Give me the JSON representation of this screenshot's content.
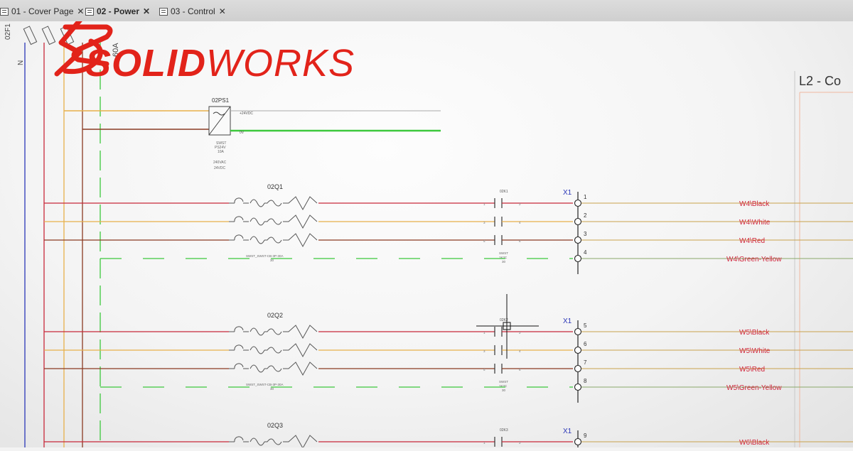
{
  "tabs": [
    {
      "label": "01 - Cover Page",
      "active": false
    },
    {
      "label": "02 - Power",
      "active": true
    },
    {
      "label": "03 - Control",
      "active": false
    }
  ],
  "tab_close_glyph": "✕",
  "brand": {
    "bold": "SOLID",
    "light": "WORKS",
    "color": "#e2231a"
  },
  "header_labels": {
    "fuse": "02F1",
    "neutral": "N",
    "bus": "60A"
  },
  "sheet_title": "L2 - Co",
  "power_supply": {
    "tag": "02PS1",
    "specs": [
      "SWST",
      "PS24V",
      "10A",
      "240VAC",
      "24VDC"
    ],
    "out_plus": "+24VDC",
    "out_minus": "0V"
  },
  "breakers": [
    {
      "tag": "02Q1",
      "part": "SWST_SWST-CB-3P-30A",
      "rating": "30"
    },
    {
      "tag": "02Q2",
      "part": "SWST_SWST-CB-3P-30A",
      "rating": "30"
    },
    {
      "tag": "02Q3"
    }
  ],
  "contactors": [
    {
      "tag": "02K1",
      "part": "SWST",
      "part2": "1K2C",
      "rating": "30"
    },
    {
      "tag": "02K2",
      "part": "SWST",
      "part2": "1K2C",
      "rating": "30"
    },
    {
      "tag": "02K3"
    }
  ],
  "terminal_strip": "X1",
  "terminals": [
    "1",
    "2",
    "3",
    "4",
    "5",
    "6",
    "7",
    "8",
    "9"
  ],
  "wires": [
    "W4\\Black",
    "W4\\White",
    "W4\\Red",
    "W4\\Green-Yellow",
    "W5\\Black",
    "W5\\White",
    "W5\\Red",
    "W5\\Green-Yellow",
    "W6\\Black"
  ],
  "colors": {
    "orange": "#e8b04a",
    "brown": "#8a3a22",
    "red": "#c8283a",
    "green": "#3cc83c",
    "wire_text": "#d0233a",
    "blue": "#2a36b8"
  }
}
